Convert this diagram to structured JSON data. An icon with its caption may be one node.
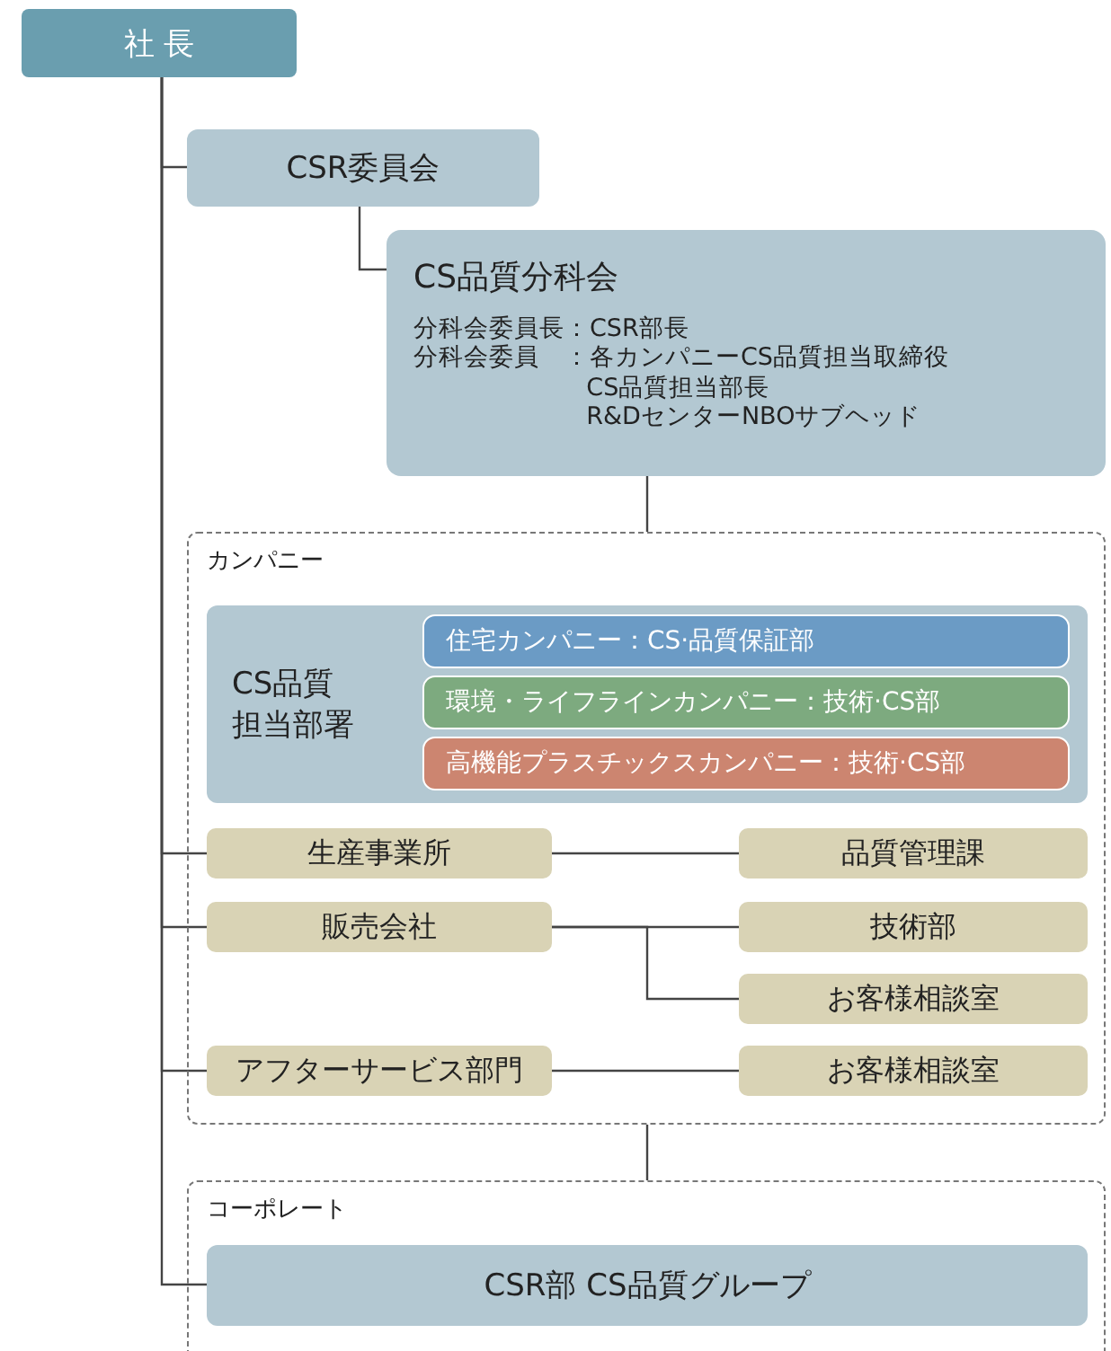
{
  "diagram": {
    "nodes": [
      {
        "text": [
          "社 長"
        ]
      },
      {
        "text": [
          "CSR委員会"
        ]
      },
      {
        "text": [
          "CS品質分科会",
          "分科会委員長",
          "：CSR部長",
          "分科会委員",
          "：各カンパニーCS品質担当取締役",
          "CS品質担当部長",
          "R&DセンターNBOサブヘッド"
        ]
      },
      {
        "text": [
          "カンパニー"
        ]
      },
      {
        "text": [
          "CS品質担当部署"
        ],
        "in": 3
      },
      {
        "text": [
          "住宅カンパニー：CS·品質保証部"
        ],
        "in": 4
      },
      {
        "text": [
          "環境・ライフラインカンパニー：技術·CS部"
        ],
        "in": 4
      },
      {
        "text": [
          "高機能プラスチックスカンパニー：技術·CS部"
        ],
        "in": 4
      },
      {
        "text": [
          "生産事業所"
        ],
        "in": 3
      },
      {
        "text": [
          "品質管理課"
        ],
        "in": 3
      },
      {
        "text": [
          "販売会社"
        ],
        "in": 3
      },
      {
        "text": [
          "技術部"
        ],
        "in": 3
      },
      {
        "text": [
          "お客様相談室"
        ],
        "in": 3
      },
      {
        "text": [
          "アフターサービス部門"
        ],
        "in": 3
      },
      {
        "text": [
          "お客様相談室"
        ],
        "in": 3
      },
      {
        "text": [
          "コーポレート"
        ]
      },
      {
        "text": [
          "CSR部 CS品質グループ"
        ],
        "in": 15
      }
    ],
    "edges": [
      {
        "from": 0,
        "to": 1,
        "arrow": "none"
      },
      {
        "from": 0,
        "to": 8,
        "arrow": "none"
      },
      {
        "from": 0,
        "to": 10,
        "arrow": "none"
      },
      {
        "from": 0,
        "to": 13,
        "arrow": "none"
      },
      {
        "from": 0,
        "to": 16,
        "arrow": "none"
      },
      {
        "from": 1,
        "to": 2,
        "arrow": "none"
      },
      {
        "from": 2,
        "to": 3,
        "arrow": "none"
      },
      {
        "from": 8,
        "to": 9,
        "arrow": "none"
      },
      {
        "from": 10,
        "to": 11,
        "arrow": "none"
      },
      {
        "from": 10,
        "to": 12,
        "arrow": "none"
      },
      {
        "from": 13,
        "to": 14,
        "arrow": "none"
      },
      {
        "from": 3,
        "to": 15,
        "arrow": "none"
      }
    ]
  }
}
